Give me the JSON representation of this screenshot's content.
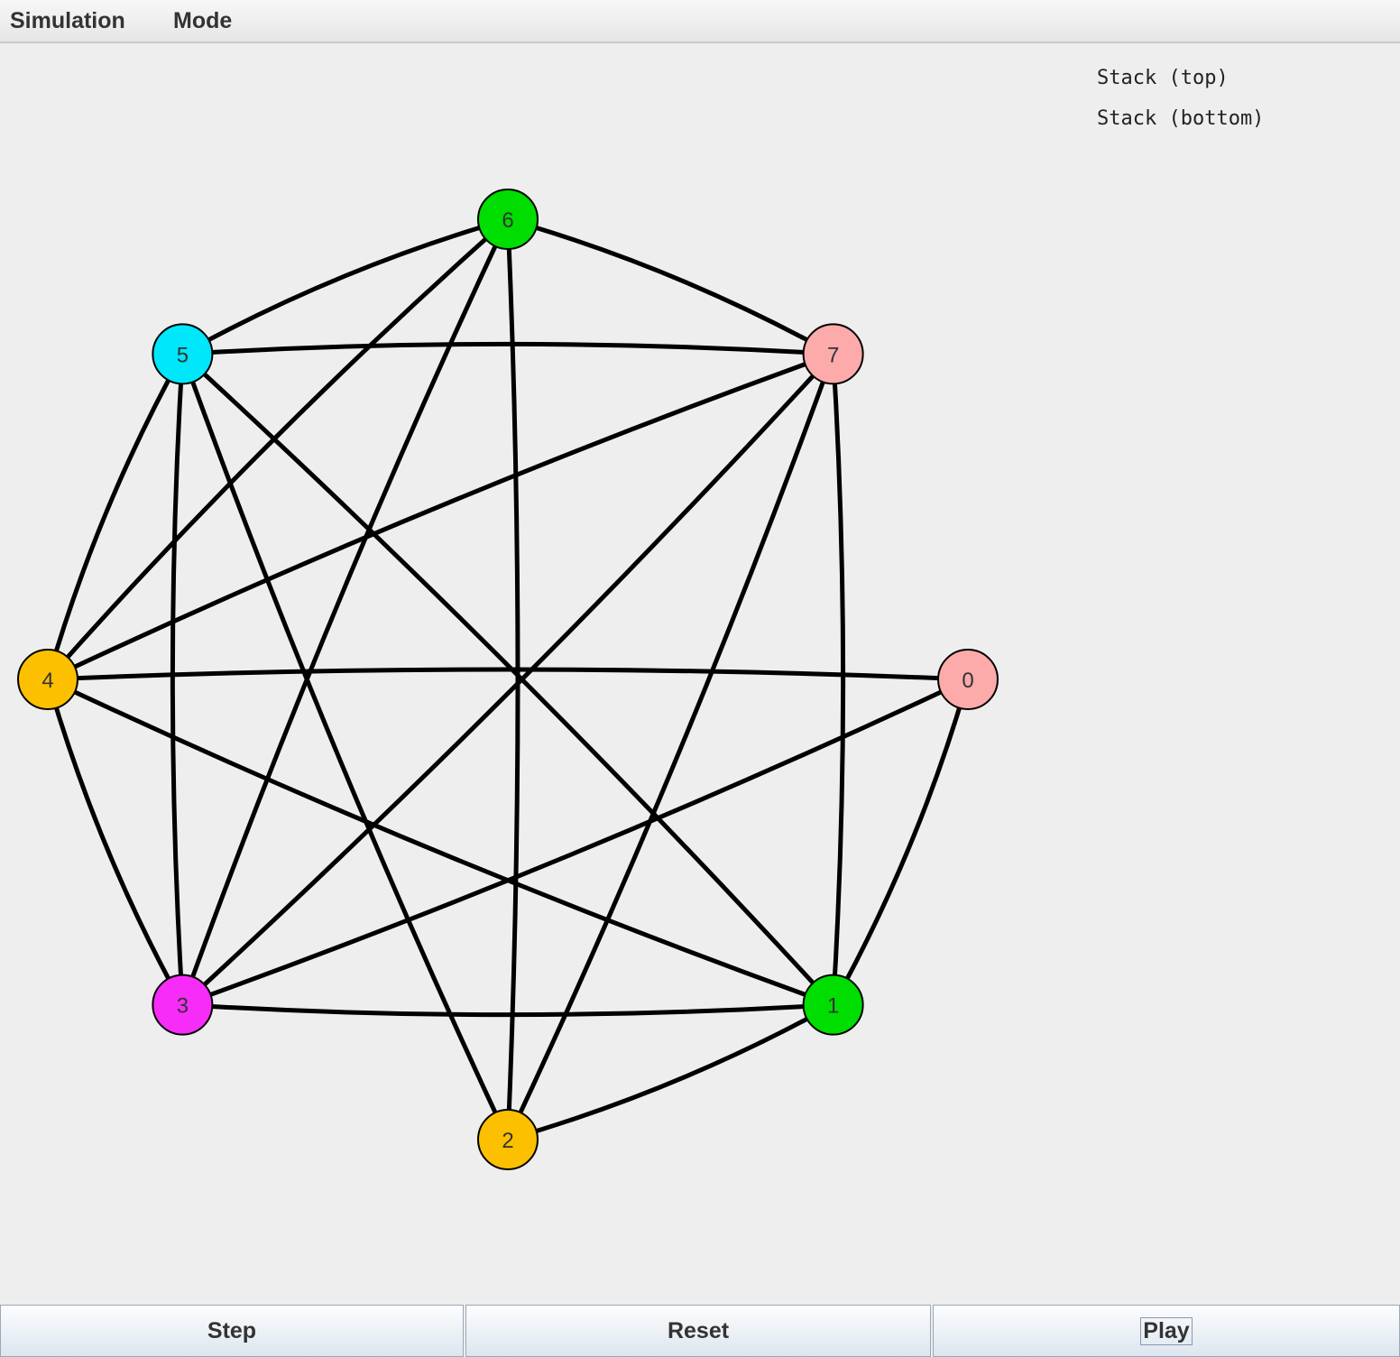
{
  "menu": {
    "simulation": "Simulation",
    "mode": "Mode"
  },
  "stack": {
    "top": "Stack (top)",
    "bottom": "Stack (bottom)"
  },
  "buttons": {
    "step": "Step",
    "reset": "Reset",
    "play": "Play"
  },
  "graph": {
    "nodes": [
      {
        "id": "0",
        "label": "0",
        "color": "#fcaaaa"
      },
      {
        "id": "1",
        "label": "1",
        "color": "#00dd00"
      },
      {
        "id": "2",
        "label": "2",
        "color": "#fcc000"
      },
      {
        "id": "3",
        "label": "3",
        "color": "#f82cf8"
      },
      {
        "id": "4",
        "label": "4",
        "color": "#fcc000"
      },
      {
        "id": "5",
        "label": "5",
        "color": "#00e6fa"
      },
      {
        "id": "6",
        "label": "6",
        "color": "#00dd00"
      },
      {
        "id": "7",
        "label": "7",
        "color": "#fcaaaa"
      }
    ],
    "edges": [
      [
        "0",
        "1"
      ],
      [
        "0",
        "3"
      ],
      [
        "0",
        "4"
      ],
      [
        "1",
        "2"
      ],
      [
        "1",
        "3"
      ],
      [
        "1",
        "4"
      ],
      [
        "1",
        "5"
      ],
      [
        "1",
        "7"
      ],
      [
        "2",
        "5"
      ],
      [
        "2",
        "6"
      ],
      [
        "2",
        "7"
      ],
      [
        "3",
        "4"
      ],
      [
        "3",
        "5"
      ],
      [
        "3",
        "6"
      ],
      [
        "3",
        "7"
      ],
      [
        "4",
        "5"
      ],
      [
        "4",
        "6"
      ],
      [
        "4",
        "7"
      ],
      [
        "5",
        "6"
      ],
      [
        "5",
        "7"
      ],
      [
        "6",
        "7"
      ]
    ]
  }
}
